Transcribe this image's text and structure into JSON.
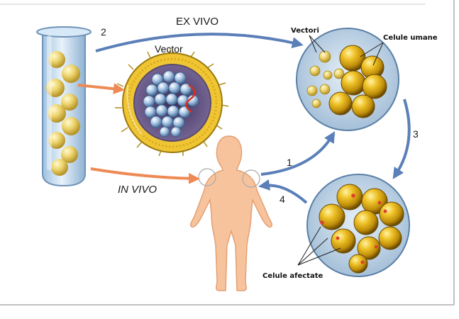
{
  "labels": {
    "ex_vivo": "EX VIVO",
    "in_vivo": "IN VIVO",
    "vector": "Vector",
    "vectori": "Vectori",
    "celule_umane": "Celule umane",
    "celule_afectate": "Celule afectate",
    "step_1": "1",
    "step_2": "2",
    "step_3": "3",
    "step_4": "4"
  },
  "colors": {
    "arrow_blue": "#5b7fb8",
    "arrow_orange": "#ee8a55",
    "cell_gold": "#d9a514",
    "body_skin": "#f7c39c",
    "circle_fill": "#b7cde1",
    "affected_dot": "#e0402a"
  },
  "icons": {
    "test_tube": "test-tube-icon",
    "virus": "virus-vector-icon",
    "human": "human-figure-icon"
  }
}
